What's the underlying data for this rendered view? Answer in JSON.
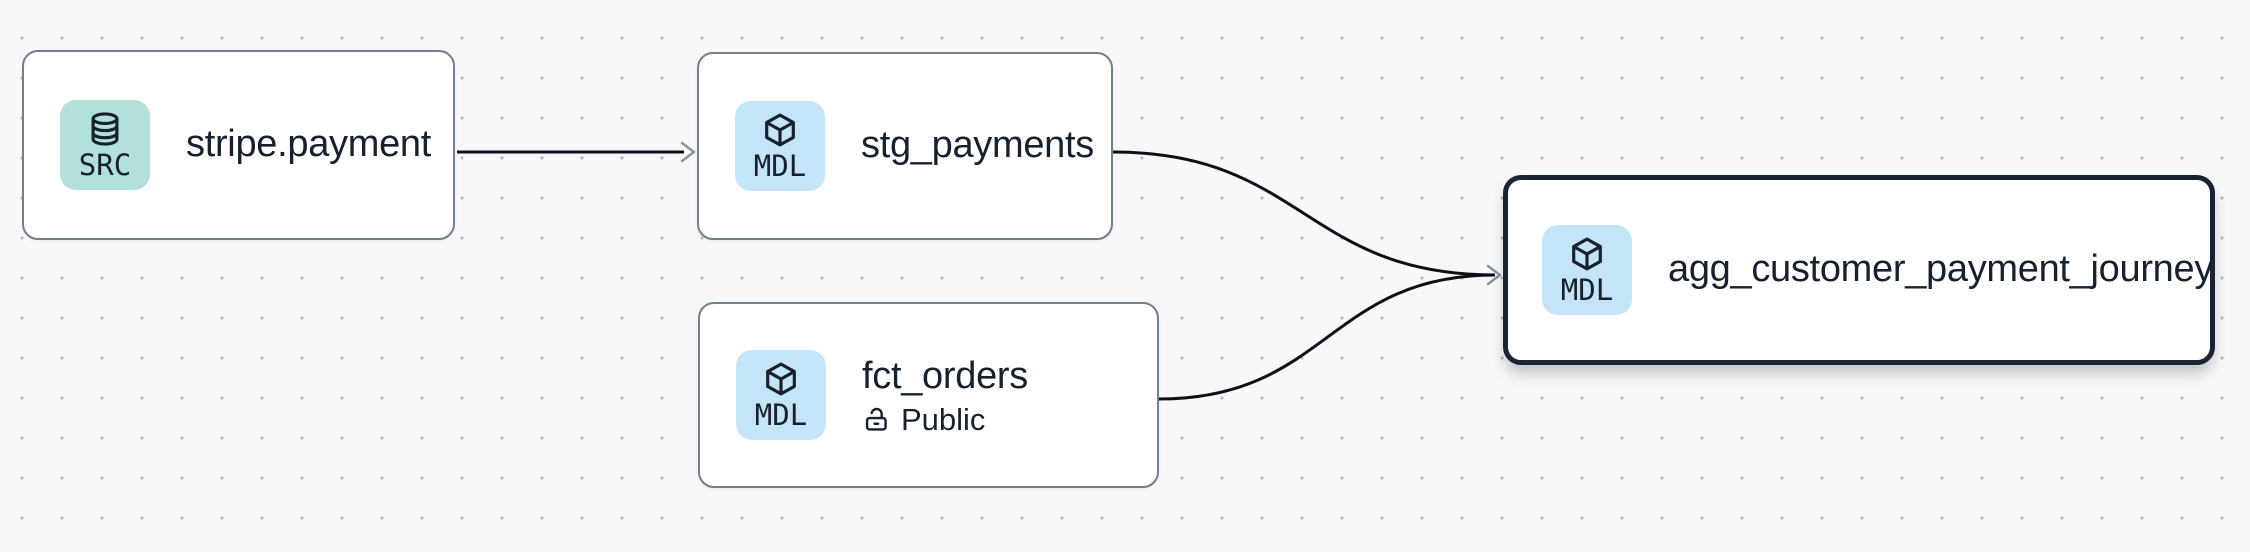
{
  "diagram": {
    "type": "data-lineage-graph",
    "background_color": "#f7f8fa",
    "dot_color": "#b4b8c0"
  },
  "nodes": [
    {
      "title": "stripe.payment",
      "badge": {
        "label": "SRC",
        "icon": "database-icon",
        "color": "#b1e1da"
      },
      "selected": false
    },
    {
      "title": "stg_payments",
      "badge": {
        "label": "MDL",
        "icon": "cube-icon",
        "color": "#c4e5f8"
      },
      "selected": false
    },
    {
      "title": "fct_orders",
      "badge": {
        "label": "MDL",
        "icon": "cube-icon",
        "color": "#c4e5f8"
      },
      "access": {
        "icon": "unlock-icon",
        "label": "Public"
      },
      "selected": false
    },
    {
      "title": "agg_customer_payment_journey",
      "badge": {
        "label": "MDL",
        "icon": "cube-icon",
        "color": "#c4e5f8"
      },
      "selected": true
    }
  ],
  "edges": [
    {
      "from": "stripe.payment",
      "to": "stg_payments"
    },
    {
      "from": "stg_payments",
      "to": "agg_customer_payment_journey"
    },
    {
      "from": "fct_orders",
      "to": "agg_customer_payment_journey"
    }
  ],
  "colors": {
    "edge": "#0c0f15",
    "arrowhead": "#8b93a0",
    "node_border": "#747e8d",
    "selected_border": "#1b2433",
    "node_background": "#ffffff",
    "text": "#16202e"
  }
}
